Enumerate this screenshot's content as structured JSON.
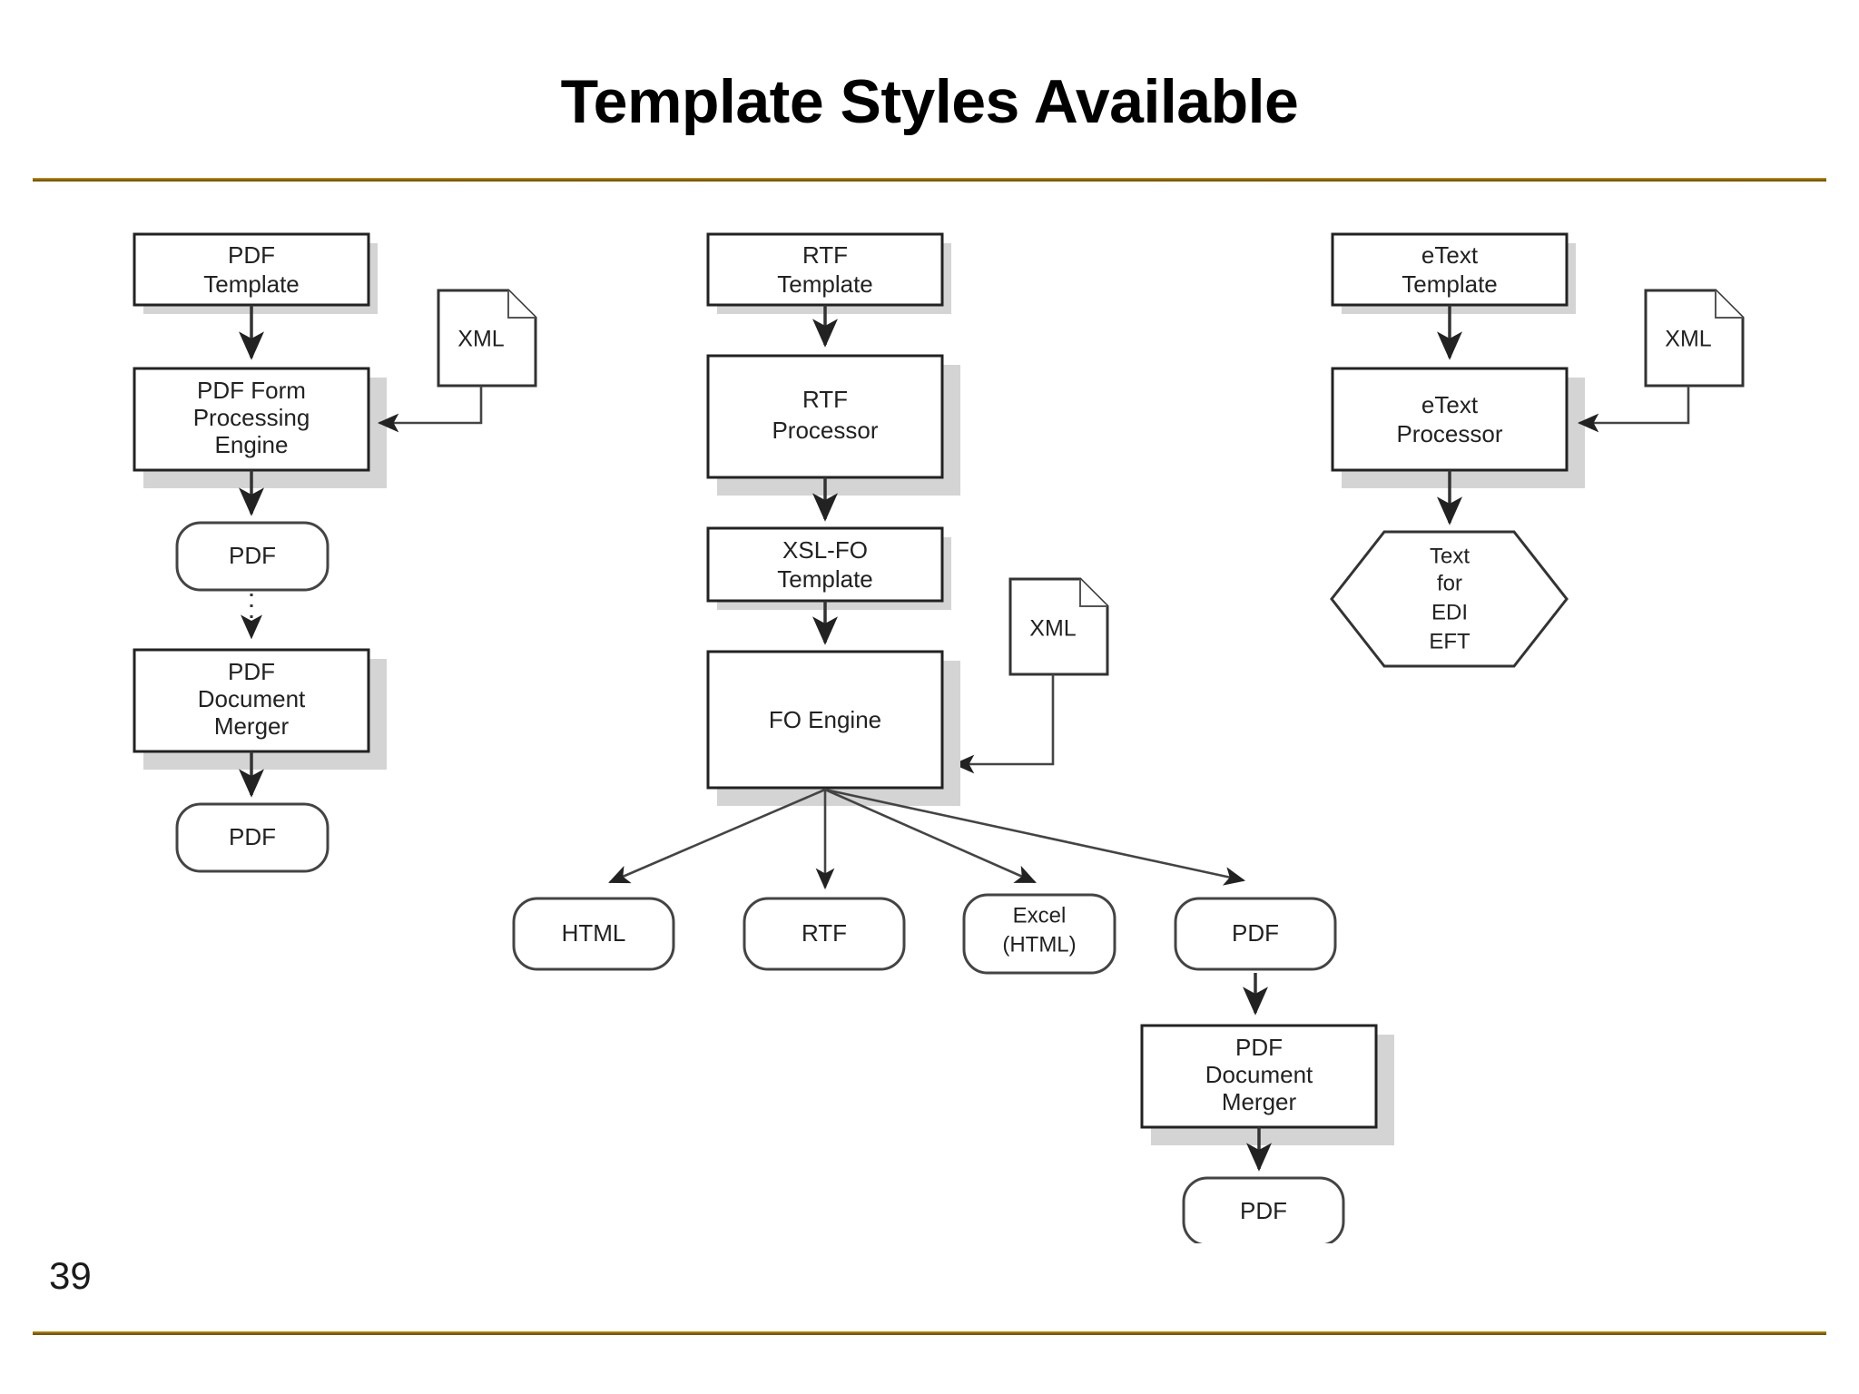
{
  "slide": {
    "title": "Template Styles Available",
    "page_number": "39",
    "accent_color": "#8a6410",
    "background_color": "#ffffff"
  },
  "diagram": {
    "type": "flowchart",
    "columns": [
      {
        "name": "pdf-pipeline",
        "nodes": [
          {
            "id": "pdf-template",
            "shape": "rectangle",
            "lines": [
              "PDF",
              "Template"
            ]
          },
          {
            "id": "pdf-form-engine",
            "shape": "rectangle",
            "lines": [
              "PDF Form",
              "Processing",
              "Engine"
            ]
          },
          {
            "id": "pdf-out-1",
            "shape": "rounded",
            "lines": [
              "PDF"
            ]
          },
          {
            "id": "pdf-doc-merger",
            "shape": "rectangle",
            "lines": [
              "PDF",
              "Document",
              "Merger"
            ]
          },
          {
            "id": "pdf-out-2",
            "shape": "rounded",
            "lines": [
              "PDF"
            ]
          },
          {
            "id": "xml-input-pdf",
            "shape": "document",
            "lines": [
              "XML"
            ]
          }
        ],
        "edges": [
          {
            "from": "pdf-template",
            "to": "pdf-form-engine",
            "style": "solid"
          },
          {
            "from": "xml-input-pdf",
            "to": "pdf-form-engine",
            "style": "solid"
          },
          {
            "from": "pdf-form-engine",
            "to": "pdf-out-1",
            "style": "solid"
          },
          {
            "from": "pdf-out-1",
            "to": "pdf-doc-merger",
            "style": "dotted"
          },
          {
            "from": "pdf-doc-merger",
            "to": "pdf-out-2",
            "style": "solid"
          }
        ]
      },
      {
        "name": "rtf-pipeline",
        "nodes": [
          {
            "id": "rtf-template",
            "shape": "rectangle",
            "lines": [
              "RTF",
              "Template"
            ]
          },
          {
            "id": "rtf-processor",
            "shape": "rectangle",
            "lines": [
              "RTF",
              "Processor"
            ]
          },
          {
            "id": "xslfo-template",
            "shape": "rectangle",
            "lines": [
              "XSL-FO",
              "Template"
            ]
          },
          {
            "id": "fo-engine",
            "shape": "rectangle",
            "lines": [
              "FO Engine"
            ]
          },
          {
            "id": "xml-input-fo",
            "shape": "document",
            "lines": [
              "XML"
            ]
          },
          {
            "id": "out-html",
            "shape": "rounded",
            "lines": [
              "HTML"
            ]
          },
          {
            "id": "out-rtf",
            "shape": "rounded",
            "lines": [
              "RTF"
            ]
          },
          {
            "id": "out-excel",
            "shape": "rounded",
            "lines": [
              "Excel",
              "(HTML)"
            ]
          },
          {
            "id": "out-pdf",
            "shape": "rounded",
            "lines": [
              "PDF"
            ]
          },
          {
            "id": "fo-doc-merger",
            "shape": "rectangle",
            "lines": [
              "PDF",
              "Document",
              "Merger"
            ]
          },
          {
            "id": "fo-pdf-out",
            "shape": "rounded",
            "lines": [
              "PDF"
            ]
          }
        ],
        "edges": [
          {
            "from": "rtf-template",
            "to": "rtf-processor",
            "style": "solid"
          },
          {
            "from": "rtf-processor",
            "to": "xslfo-template",
            "style": "solid"
          },
          {
            "from": "xslfo-template",
            "to": "fo-engine",
            "style": "solid"
          },
          {
            "from": "xml-input-fo",
            "to": "fo-engine",
            "style": "solid"
          },
          {
            "from": "fo-engine",
            "to": "out-html",
            "style": "solid"
          },
          {
            "from": "fo-engine",
            "to": "out-rtf",
            "style": "solid"
          },
          {
            "from": "fo-engine",
            "to": "out-excel",
            "style": "solid"
          },
          {
            "from": "fo-engine",
            "to": "out-pdf",
            "style": "solid"
          },
          {
            "from": "out-pdf",
            "to": "fo-doc-merger",
            "style": "solid"
          },
          {
            "from": "fo-doc-merger",
            "to": "fo-pdf-out",
            "style": "solid"
          }
        ]
      },
      {
        "name": "etext-pipeline",
        "nodes": [
          {
            "id": "etext-template",
            "shape": "rectangle",
            "lines": [
              "eText",
              "Template"
            ]
          },
          {
            "id": "etext-processor",
            "shape": "rectangle",
            "lines": [
              "eText",
              "Processor"
            ]
          },
          {
            "id": "xml-input-etext",
            "shape": "document",
            "lines": [
              "XML"
            ]
          },
          {
            "id": "text-edi-eft",
            "shape": "hexagon",
            "lines": [
              "Text",
              "for",
              "EDI",
              "EFT"
            ]
          }
        ],
        "edges": [
          {
            "from": "etext-template",
            "to": "etext-processor",
            "style": "solid"
          },
          {
            "from": "xml-input-etext",
            "to": "etext-processor",
            "style": "solid"
          },
          {
            "from": "etext-processor",
            "to": "text-edi-eft",
            "style": "solid"
          }
        ]
      }
    ],
    "labels": {
      "pdf_template_l1": "PDF",
      "pdf_template_l2": "Template",
      "pdf_form_engine_l1": "PDF Form",
      "pdf_form_engine_l2": "Processing",
      "pdf_form_engine_l3": "Engine",
      "pdf_out_1": "PDF",
      "pdf_doc_merger_l1": "PDF",
      "pdf_doc_merger_l2": "Document",
      "pdf_doc_merger_l3": "Merger",
      "pdf_out_2": "PDF",
      "xml_1": "XML",
      "rtf_template_l1": "RTF",
      "rtf_template_l2": "Template",
      "rtf_processor_l1": "RTF",
      "rtf_processor_l2": "Processor",
      "xslfo_template_l1": "XSL-FO",
      "xslfo_template_l2": "Template",
      "fo_engine": "FO Engine",
      "xml_2": "XML",
      "out_html": "HTML",
      "out_rtf": "RTF",
      "out_excel_l1": "Excel",
      "out_excel_l2": "(HTML)",
      "out_pdf": "PDF",
      "fo_merger_l1": "PDF",
      "fo_merger_l2": "Document",
      "fo_merger_l3": "Merger",
      "fo_pdf_out": "PDF",
      "etext_template_l1": "eText",
      "etext_template_l2": "Template",
      "etext_processor_l1": "eText",
      "etext_processor_l2": "Processor",
      "xml_3": "XML",
      "hex_l1": "Text",
      "hex_l2": "for",
      "hex_l3": "EDI",
      "hex_l4": "EFT"
    }
  }
}
